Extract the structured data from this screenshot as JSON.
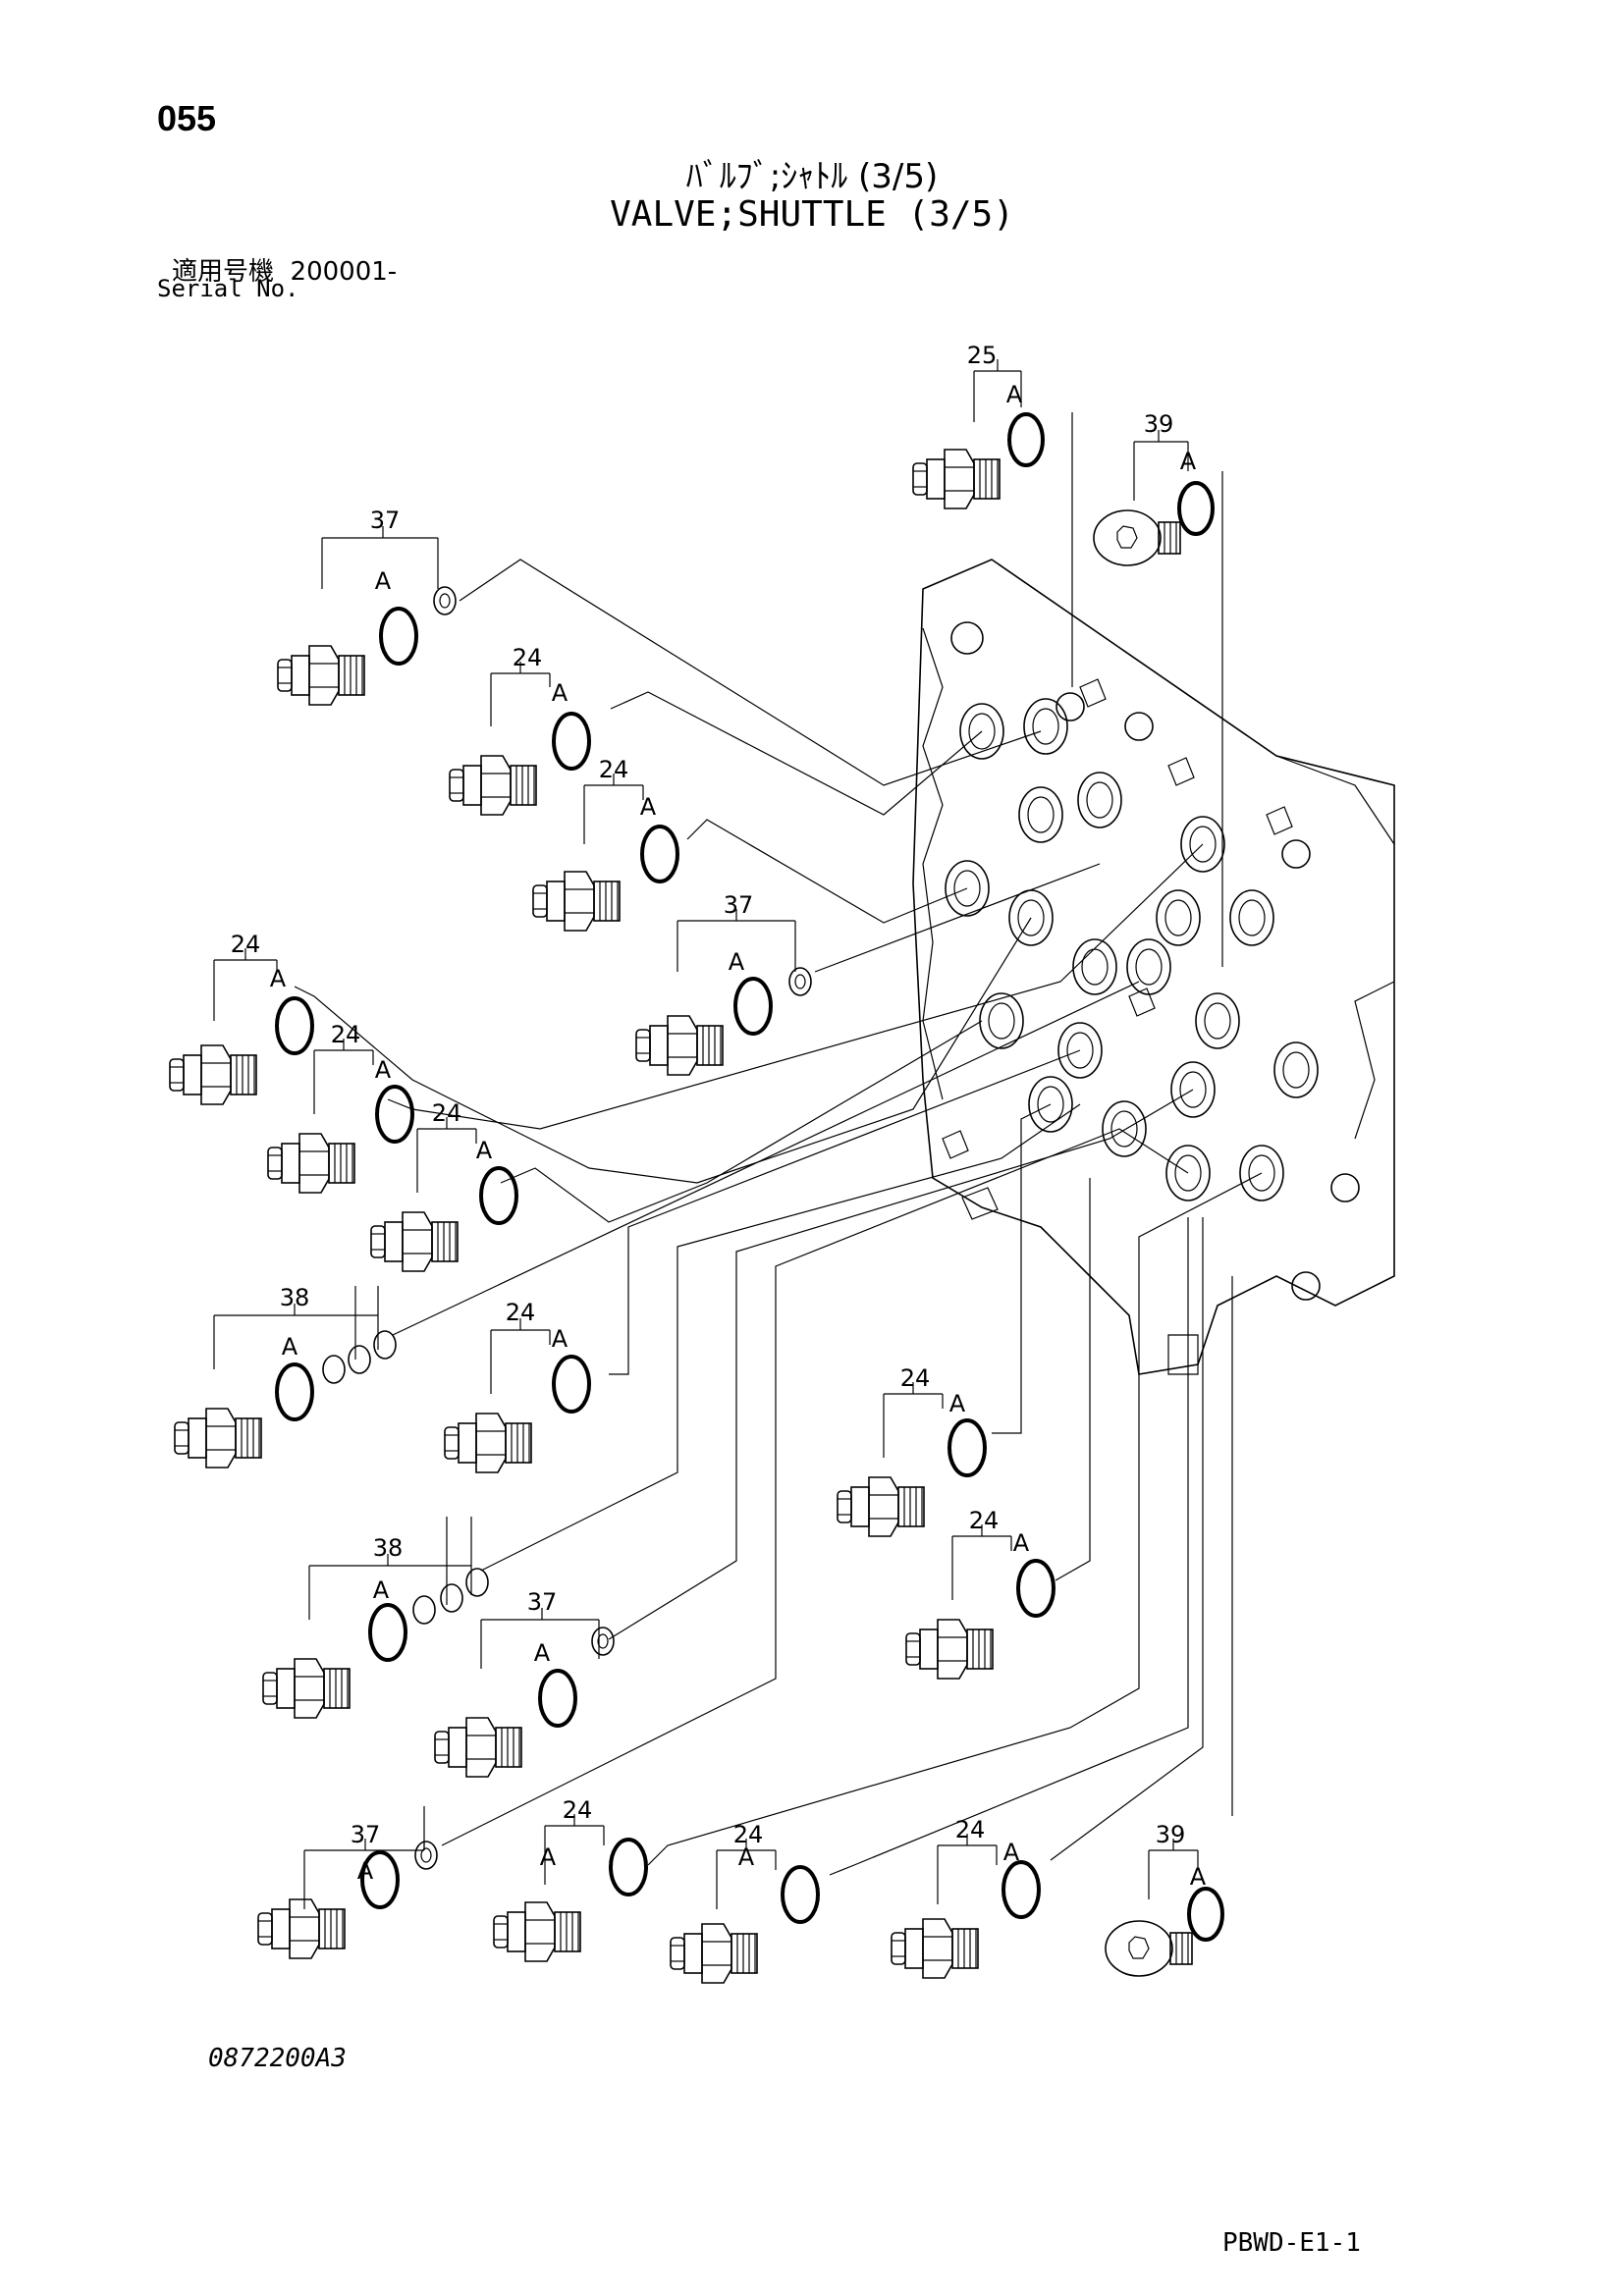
{
  "page": {
    "number": "055",
    "title_jp": "ﾊﾞﾙﾌﾞ;ｼｬﾄﾙ (3/5)",
    "title_en": "VALVE;SHUTTLE (3/5)",
    "serial_label_jp": "適用号機",
    "serial_value": "200001-",
    "serial_label_en": "Serial No.",
    "drawing_no": "0872200A3",
    "page_code": "PBWD-E1-1"
  },
  "callouts": {
    "c1": "25",
    "c2": "39",
    "c3": "37",
    "c4": "24",
    "c5": "24",
    "c6": "37",
    "c7": "24",
    "c8": "24",
    "c9": "24",
    "c10": "38",
    "c11": "24",
    "c12": "24",
    "c13": "24",
    "c14": "38",
    "c15": "37",
    "c16": "37",
    "c17": "24",
    "c18": "24",
    "c19": "24",
    "c20": "39"
  },
  "subpart_label": "A"
}
